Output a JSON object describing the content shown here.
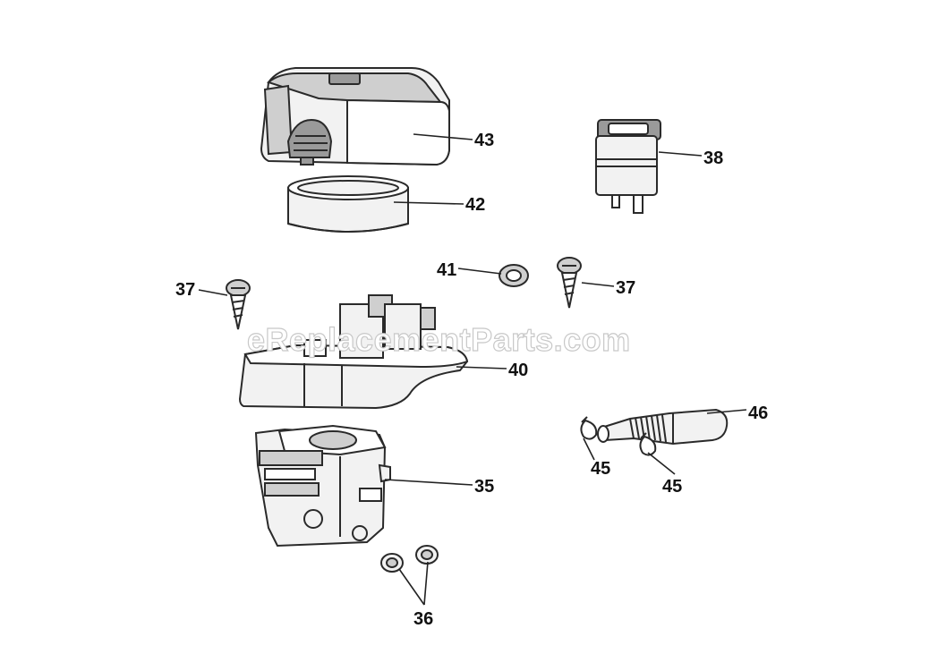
{
  "watermark": "eReplacementParts.com",
  "callouts": {
    "c43": "43",
    "c42": "42",
    "c38": "38",
    "c41": "41",
    "c37_left": "37",
    "c37_right": "37",
    "c40": "40",
    "c46": "46",
    "c45_left": "45",
    "c45_right": "45",
    "c35": "35",
    "c36": "36"
  }
}
